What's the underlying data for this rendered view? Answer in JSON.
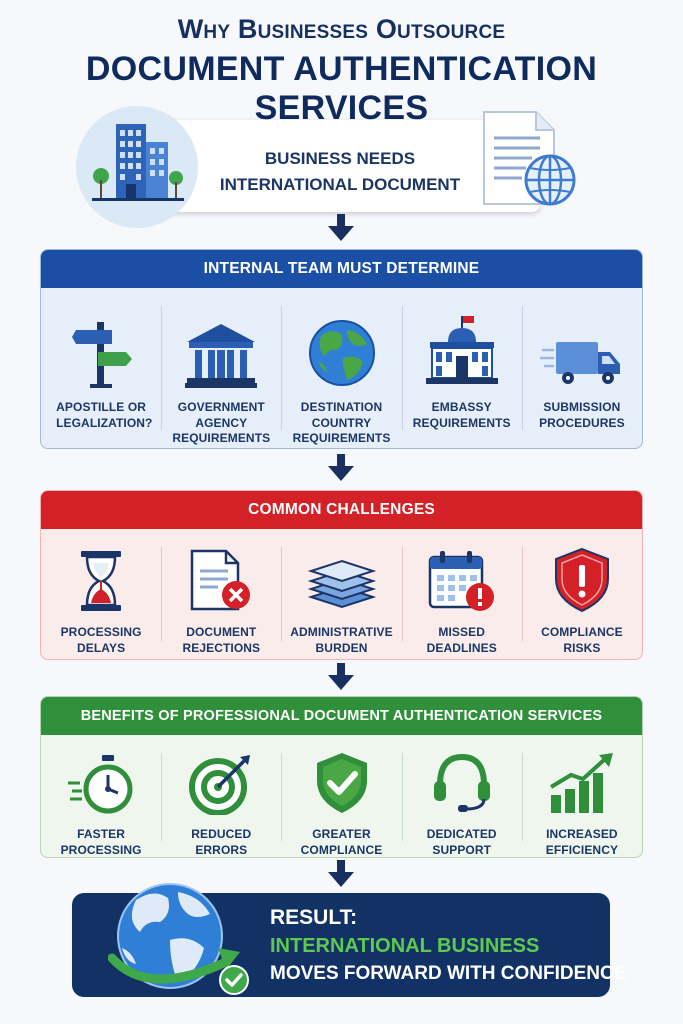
{
  "title": {
    "line1": "Why Businesses Outsource",
    "line2": "DOCUMENT AUTHENTICATION SERVICES"
  },
  "need": {
    "line1": "BUSINESS NEEDS",
    "line2": "INTERNATIONAL DOCUMENT"
  },
  "determine": {
    "heading": "INTERNAL TEAM MUST DETERMINE",
    "items": [
      {
        "label": "APOSTILLE OR LEGALIZATION?",
        "icon": "signpost-icon"
      },
      {
        "label": "GOVERNMENT AGENCY REQUIREMENTS",
        "icon": "government-building-icon"
      },
      {
        "label": "DESTINATION COUNTRY REQUIREMENTS",
        "icon": "globe-icon"
      },
      {
        "label": "EMBASSY REQUIREMENTS",
        "icon": "embassy-icon"
      },
      {
        "label": "SUBMISSION PROCEDURES",
        "icon": "delivery-truck-icon"
      }
    ]
  },
  "challenges": {
    "heading": "COMMON CHALLENGES",
    "items": [
      {
        "label": "PROCESSING DELAYS",
        "icon": "hourglass-icon"
      },
      {
        "label": "DOCUMENT REJECTIONS",
        "icon": "rejected-document-icon"
      },
      {
        "label": "ADMINISTRATIVE BURDEN",
        "icon": "paper-stack-icon"
      },
      {
        "label": "MISSED DEADLINES",
        "icon": "calendar-alert-icon"
      },
      {
        "label": "COMPLIANCE RISKS",
        "icon": "warning-shield-icon"
      }
    ]
  },
  "benefits": {
    "heading": "BENEFITS OF PROFESSIONAL DOCUMENT AUTHENTICATION SERVICES",
    "items": [
      {
        "label": "FASTER PROCESSING",
        "icon": "stopwatch-icon"
      },
      {
        "label": "REDUCED ERRORS",
        "icon": "target-icon"
      },
      {
        "label": "GREATER COMPLIANCE",
        "icon": "check-shield-icon"
      },
      {
        "label": "DEDICATED SUPPORT",
        "icon": "headset-icon"
      },
      {
        "label": "INCREASED EFFICIENCY",
        "icon": "growth-chart-icon"
      }
    ]
  },
  "result": {
    "line1": "RESULT:",
    "line2": "INTERNATIONAL BUSINESS",
    "line3": "MOVES FORWARD WITH CONFIDENCE"
  },
  "colors": {
    "navy": "#0f2a5c",
    "blue": "#1b4fa6",
    "red": "#d42027",
    "green": "#2f8f3a",
    "result_green": "#5fc94e"
  }
}
